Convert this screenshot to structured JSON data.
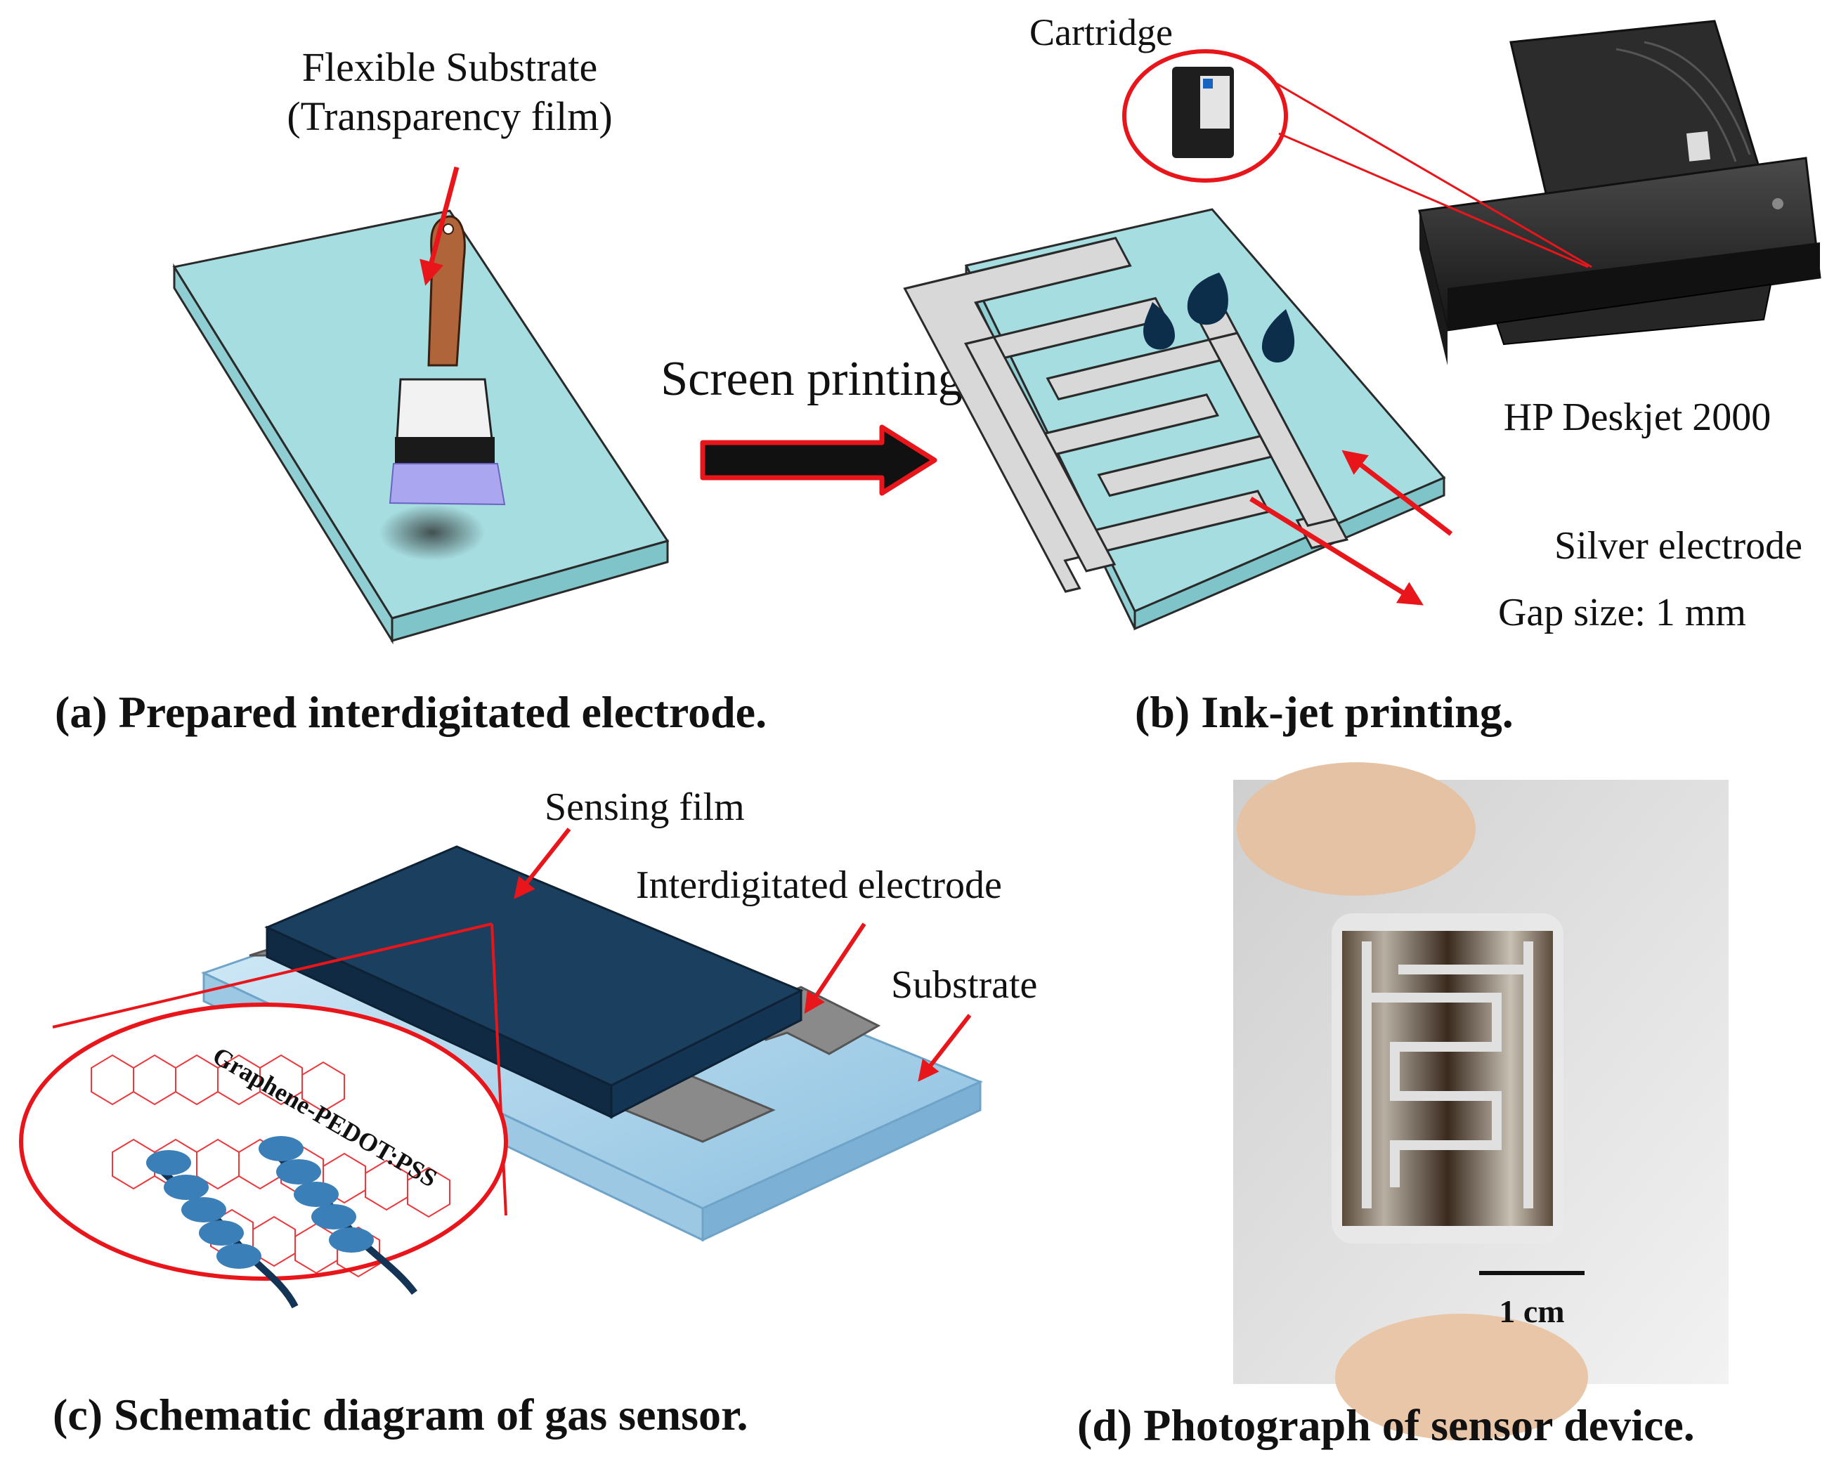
{
  "panel_a": {
    "label_line1": "Flexible Substrate",
    "label_line2": "(Transparency film)",
    "caption": "(a) Prepared interdigitated electrode."
  },
  "process_arrow": {
    "label": "Screen printing"
  },
  "panel_b": {
    "cartridge_label": "Cartridge",
    "printer_label": "HP  Deskjet 2000",
    "silver_label": "Silver electrode",
    "gap_label": "Gap size: 1 mm",
    "caption": "(b) Ink-jet printing."
  },
  "panel_c": {
    "sensing_label": "Sensing film",
    "electrode_label": "Interdigitated electrode",
    "substrate_label": "Substrate",
    "composite_label": "Graphene-PEDOT:PSS",
    "caption": "(c) Schematic diagram of gas sensor."
  },
  "panel_d": {
    "scale_label": "1 cm",
    "caption": "(d) Photograph of sensor device."
  },
  "colors": {
    "substrate": "#a6dde0",
    "electrode": "#d8d8d8",
    "ink": "#0c2e4a",
    "film": "#1b3f5e",
    "annotation": "#e8161b"
  }
}
